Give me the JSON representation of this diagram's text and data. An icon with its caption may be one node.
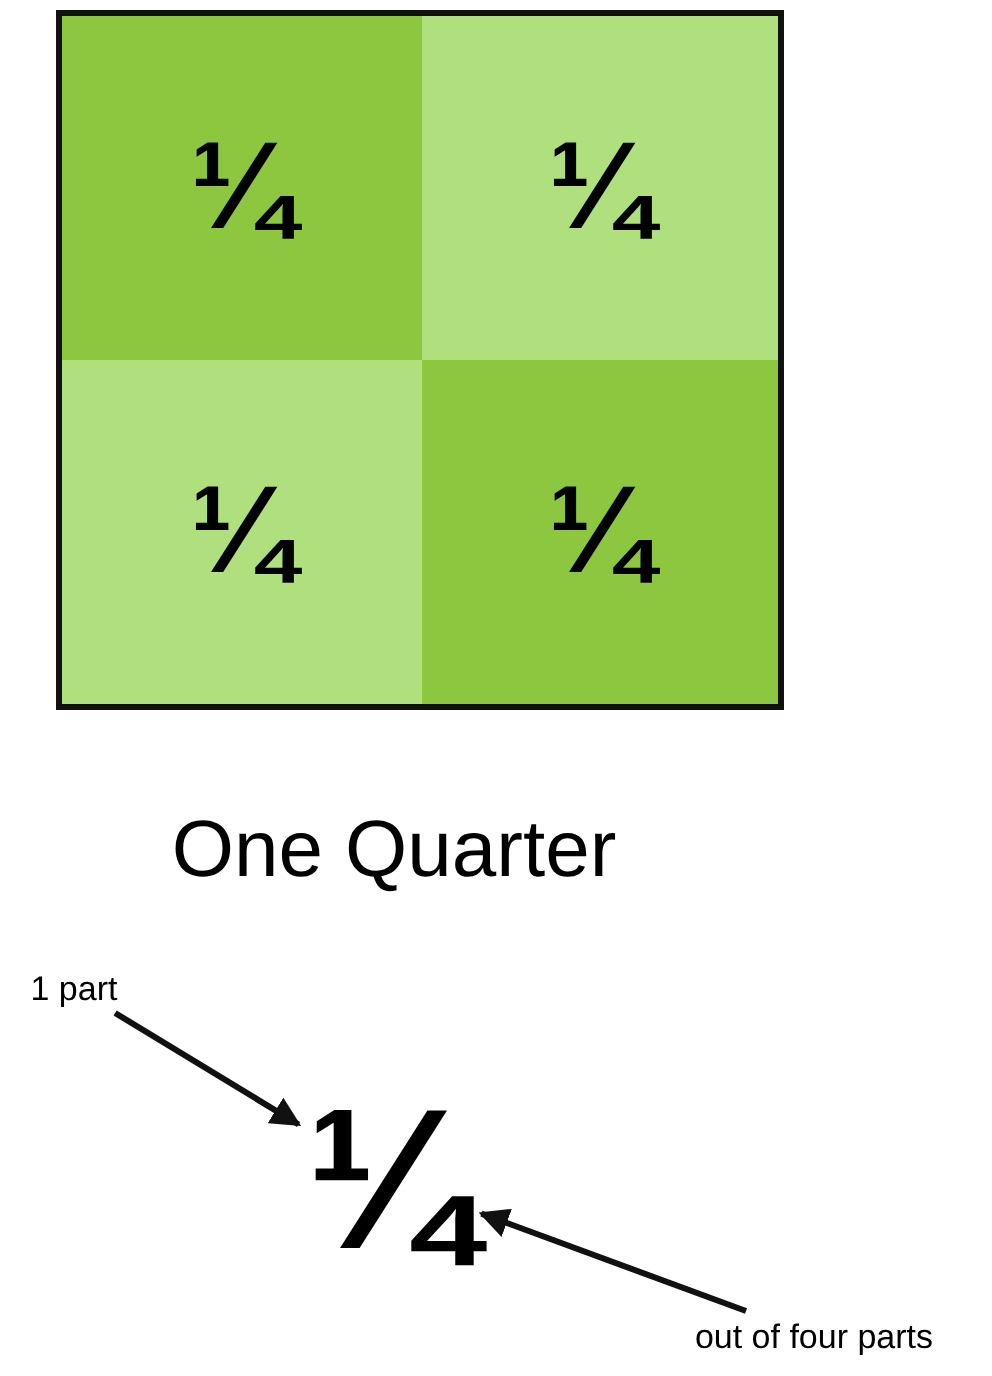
{
  "diagram": {
    "title": "One Quarter",
    "nodes": [
      {
        "text": [],
        "shape": "box"
      },
      {
        "text": [
          "¼"
        ],
        "in": 0
      },
      {
        "text": [
          "¼"
        ],
        "in": 0
      },
      {
        "text": [
          "¼"
        ],
        "in": 0
      },
      {
        "text": [
          "¼"
        ],
        "in": 0
      },
      {
        "text": [
          "1 part"
        ]
      },
      {
        "text": [
          "¼"
        ]
      },
      {
        "text": [
          "out of four parts"
        ]
      }
    ],
    "edges": [
      {
        "from": 5,
        "to": 6,
        "arrow": "to"
      },
      {
        "from": 7,
        "to": 6,
        "arrow": "to"
      }
    ]
  }
}
